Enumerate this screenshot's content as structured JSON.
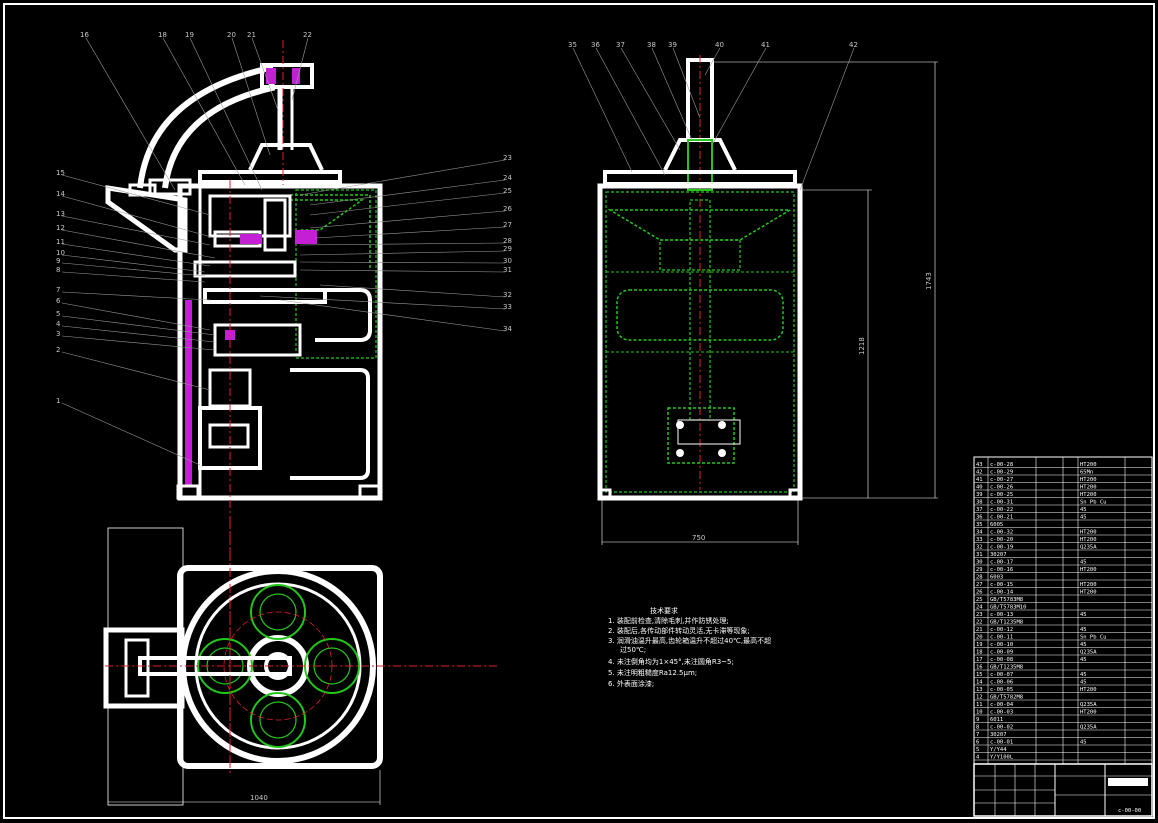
{
  "drawing": {
    "side_view_labels": [
      "16",
      "18",
      "19",
      "20",
      "21",
      "22",
      "15",
      "14",
      "13",
      "12",
      "11",
      "10",
      "9",
      "8",
      "7",
      "6",
      "5",
      "4",
      "3",
      "2",
      "1",
      "23",
      "24",
      "25",
      "26",
      "27",
      "28",
      "29",
      "30",
      "31",
      "32",
      "33",
      "34"
    ],
    "front_view_labels": [
      "35",
      "36",
      "37",
      "38",
      "39",
      "40",
      "41",
      "42"
    ],
    "dimensions": {
      "overall_height": "1743",
      "body_height": "1218",
      "front_width": "750",
      "plan_width": "1040"
    },
    "notes_title": "技术要求",
    "notes": [
      "1. 装配前检查,清除毛刺,并作防锈处理;",
      "2. 装配后,各传动部件转动灵活,无卡滞等现象;",
      "3. 润滑油温升最高,齿轮箱温升不超过40℃,最高不超",
      "过50℃;",
      "4. 未注倒角均为1×45°,未注圆角R3~5;",
      "5. 未注明粗糙度Ra12.5μm;",
      "6. 外表面涂漆;"
    ]
  },
  "bom_rows": [
    [
      "43",
      "c-00-28",
      "",
      "HT200"
    ],
    [
      "42",
      "c-00-29",
      "",
      "65Mn"
    ],
    [
      "41",
      "c-00-27",
      "",
      "HT200"
    ],
    [
      "40",
      "c-00-26",
      "",
      "HT200"
    ],
    [
      "39",
      "c-00-25",
      "",
      "HT200"
    ],
    [
      "38",
      "c-00-31",
      "",
      "Sn Pb Cu"
    ],
    [
      "37",
      "c-00-22",
      "",
      "45"
    ],
    [
      "36",
      "c-00-21",
      "",
      "45"
    ],
    [
      "35",
      "6005",
      "",
      ""
    ],
    [
      "34",
      "c-00-32",
      "",
      "HT200"
    ],
    [
      "33",
      "c-00-20",
      "",
      "HT200"
    ],
    [
      "32",
      "c-00-19",
      "",
      "Q235A"
    ],
    [
      "31",
      "30207",
      "",
      ""
    ],
    [
      "30",
      "c-00-17",
      "",
      "45"
    ],
    [
      "29",
      "c-00-16",
      "",
      "HT200"
    ],
    [
      "28",
      "6003",
      "",
      ""
    ],
    [
      "27",
      "c-00-15",
      "",
      "HT200"
    ],
    [
      "26",
      "c-00-14",
      "",
      "HT200"
    ],
    [
      "25",
      "GB/T5783M8",
      "",
      ""
    ],
    [
      "24",
      "GB/T5783M10",
      "",
      ""
    ],
    [
      "23",
      "c-00-13",
      "",
      "45"
    ],
    [
      "22",
      "GB/T1235M8",
      "",
      ""
    ],
    [
      "21",
      "c-00-12",
      "",
      "45"
    ],
    [
      "20",
      "c-00-11",
      "",
      "Sn Pb Cu"
    ],
    [
      "19",
      "c-00-10",
      "",
      "45"
    ],
    [
      "18",
      "c-00-09",
      "",
      "Q235A"
    ],
    [
      "17",
      "c-00-08",
      "",
      "45"
    ],
    [
      "16",
      "GB/T1235M8",
      "",
      ""
    ],
    [
      "15",
      "c-00-07",
      "",
      "45"
    ],
    [
      "14",
      "c-00-06",
      "",
      "45"
    ],
    [
      "13",
      "c-00-05",
      "",
      "HT200"
    ],
    [
      "12",
      "GB/T5782M8",
      "",
      ""
    ],
    [
      "11",
      "c-00-04",
      "",
      "Q235A"
    ],
    [
      "10",
      "c-00-03",
      "",
      "HT200"
    ],
    [
      "9",
      "6011",
      "",
      ""
    ],
    [
      "8",
      "c-00-02",
      "",
      "Q235A"
    ],
    [
      "7",
      "30207",
      "",
      ""
    ],
    [
      "6",
      "c-00-01",
      "",
      "45"
    ],
    [
      "5",
      "Y/Y44",
      "",
      ""
    ],
    [
      "4",
      "Y/Y100L",
      "",
      ""
    ]
  ],
  "title_block": {
    "drawing_number": "c-00-00"
  },
  "colors": {
    "structure": "#ffffff",
    "green_parts": "#22c71a",
    "magenta_parts": "#c41fd4",
    "centerline": "#e0202a",
    "leader": "#9a9a9a"
  }
}
